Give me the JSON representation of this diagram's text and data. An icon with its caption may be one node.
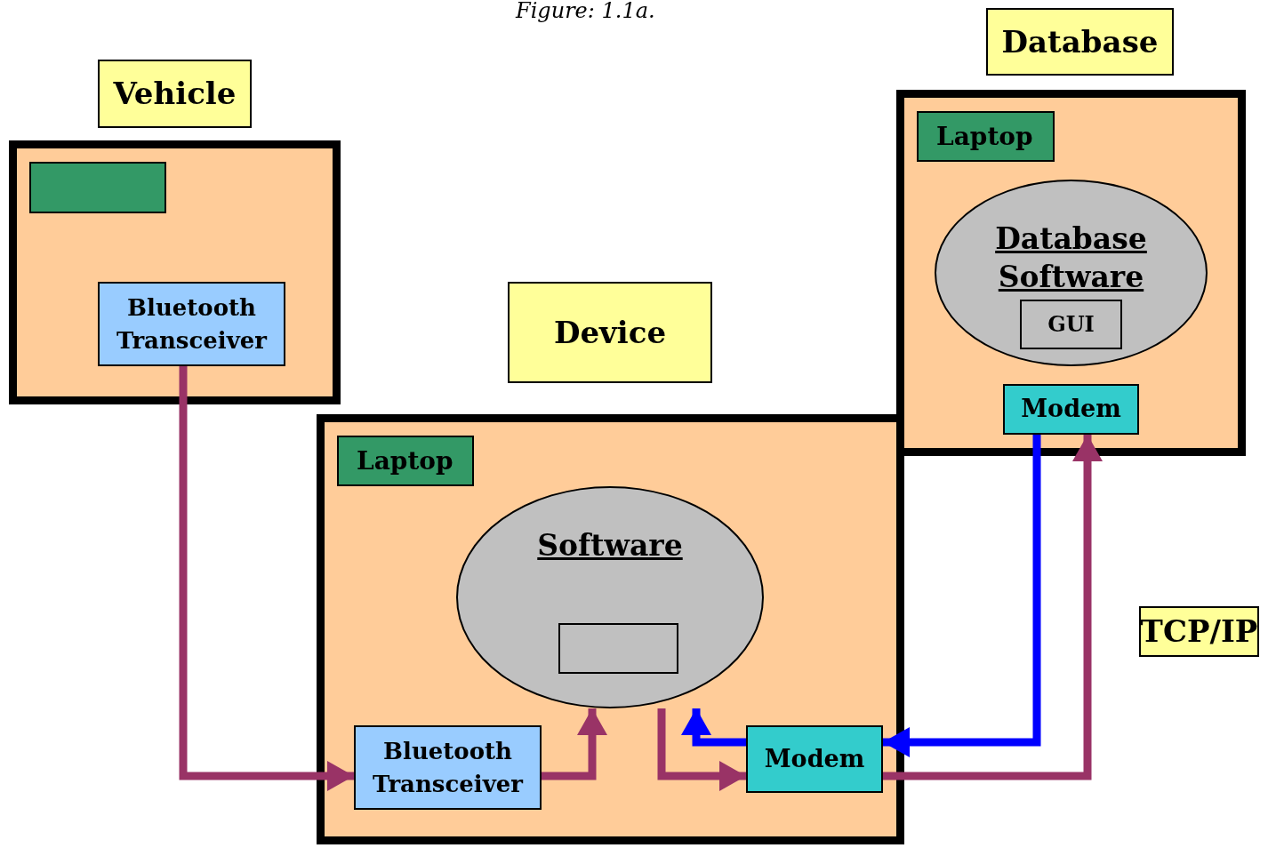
{
  "diagram": {
    "caption": "Figure: 1.1a.",
    "nodes": [
      {
        "text": [
          "Vehicle"
        ]
      },
      {
        "text": [],
        "shape": "box"
      },
      {
        "text": [],
        "shape": "box",
        "in": 1
      },
      {
        "text": [
          "Bluetooth Transceiver"
        ],
        "in": 1
      },
      {
        "text": [
          "Device"
        ]
      },
      {
        "text": [],
        "shape": "box"
      },
      {
        "text": [
          "Laptop"
        ],
        "in": 5
      },
      {
        "text": [
          "Software"
        ],
        "in": 5
      },
      {
        "text": [],
        "shape": "box",
        "in": 7
      },
      {
        "text": [
          "Bluetooth Transceiver"
        ],
        "in": 5
      },
      {
        "text": [
          "Modem"
        ],
        "in": 5
      },
      {
        "text": [
          "Database"
        ]
      },
      {
        "text": [],
        "shape": "box"
      },
      {
        "text": [
          "Laptop"
        ],
        "in": 12
      },
      {
        "text": [
          "Database Software"
        ],
        "in": 12
      },
      {
        "text": [
          "GUI"
        ],
        "in": 14
      },
      {
        "text": [
          "Modem"
        ],
        "in": 12
      },
      {
        "text": [
          "TCP/IP"
        ]
      }
    ],
    "edges": [
      {
        "from": 3,
        "to": 9,
        "arrow": "to"
      },
      {
        "from": 9,
        "to": 7,
        "arrow": "to"
      },
      {
        "from": 7,
        "to": 10,
        "arrow": "to"
      },
      {
        "from": 10,
        "to": 7,
        "arrow": "to",
        "color": "#0000ff"
      },
      {
        "from": 16,
        "to": 10,
        "arrow": "to",
        "color": "#0000ff"
      },
      {
        "from": 10,
        "to": 16,
        "arrow": "to"
      }
    ]
  }
}
